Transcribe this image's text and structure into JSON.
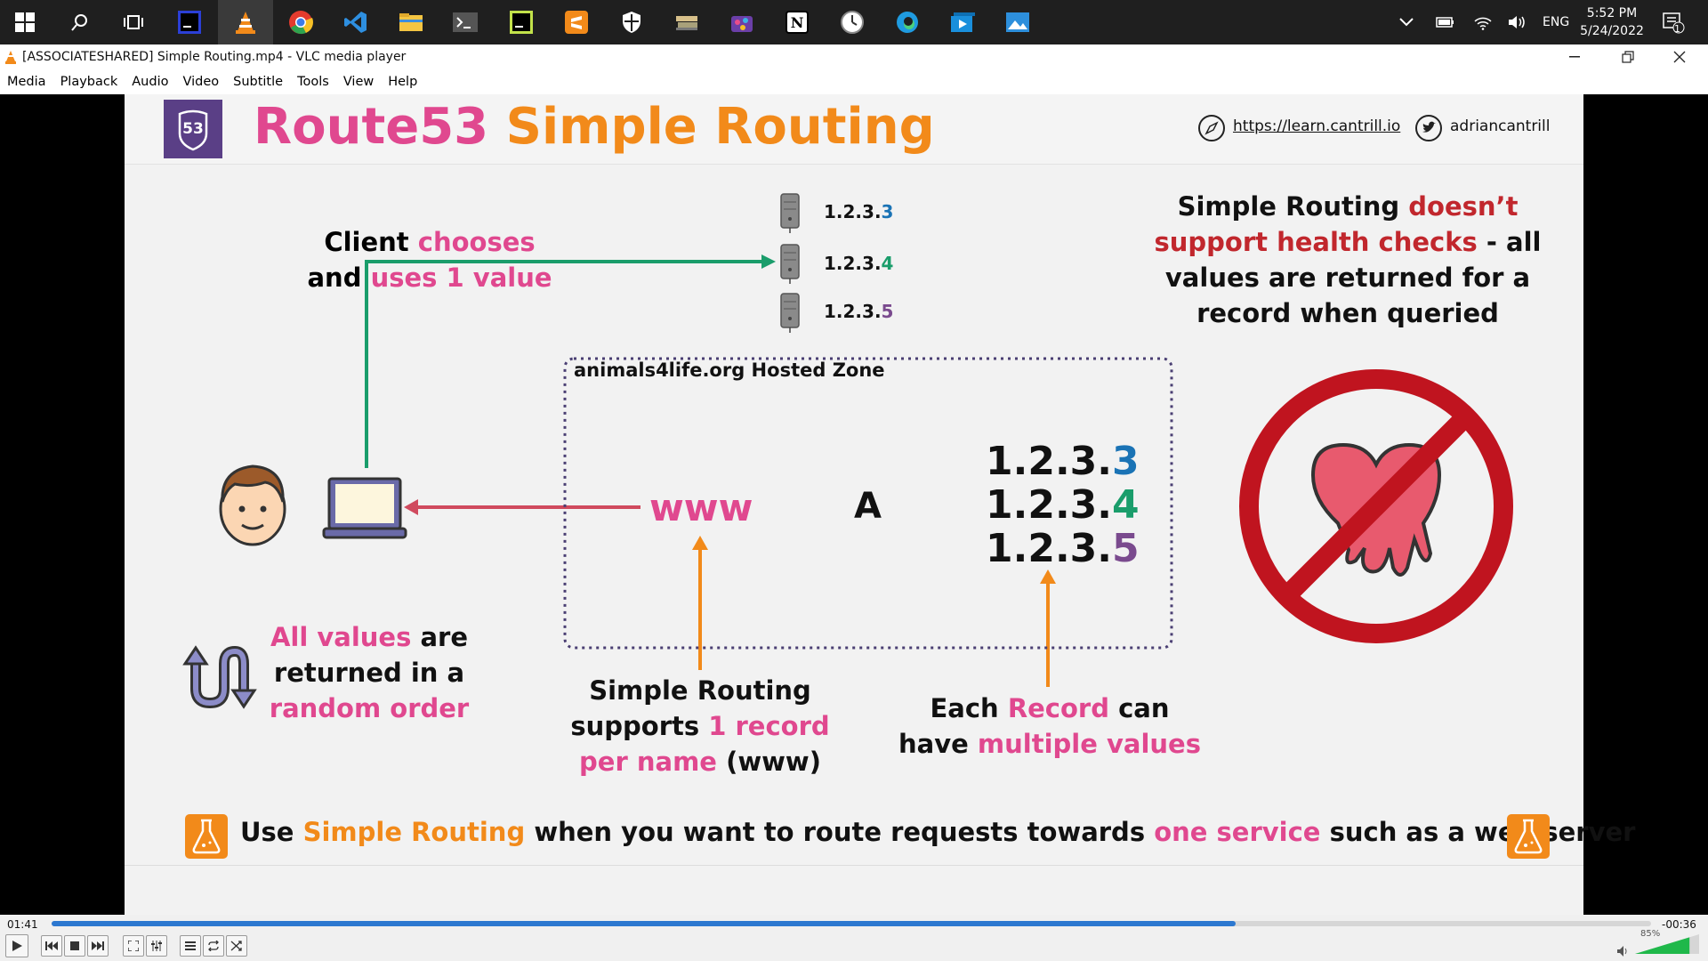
{
  "taskbar": {
    "clock_time": "5:52 PM",
    "clock_date": "5/24/2022",
    "language": "ENG",
    "notification_count": "1"
  },
  "window": {
    "title": "[ASSOCIATESHARED] Simple Routing.mp4 - VLC media player"
  },
  "menu": [
    "Media",
    "Playback",
    "Audio",
    "Video",
    "Subtitle",
    "Tools",
    "View",
    "Help"
  ],
  "slide": {
    "badge": "53",
    "title_part1": "Route53",
    "title_part2": "Simple Routing",
    "link": "https://learn.cantrill.io",
    "twitter": "adriancantrill",
    "client_line1_a": "Client",
    "client_line1_b": "chooses",
    "client_line2_a": "and",
    "client_line2_b": "uses 1 value",
    "servers": [
      {
        "prefix": "1.2.3.",
        "suffix": "3"
      },
      {
        "prefix": "1.2.3.",
        "suffix": "4"
      },
      {
        "prefix": "1.2.3.",
        "suffix": "5"
      }
    ],
    "zone_label": "animals4life.org Hosted Zone",
    "record_name": "www",
    "record_type": "A",
    "record_values": [
      {
        "prefix": "1.2.3.",
        "suffix": "3"
      },
      {
        "prefix": "1.2.3.",
        "suffix": "4"
      },
      {
        "prefix": "1.2.3.",
        "suffix": "5"
      }
    ],
    "health_l1_a": "Simple Routing",
    "health_l1_b": "doesn’t",
    "health_l2_a": "support health checks",
    "health_l2_b": "- all",
    "health_l3": "values are returned for a",
    "health_l4": "record when queried",
    "random_l1_a": "All values",
    "random_l1_b": "are",
    "random_l2": "returned in a",
    "random_l3": "random order",
    "simple_l1": "Simple Routing",
    "simple_l2_a": "supports",
    "simple_l2_b": "1 record",
    "simple_l3_a": "per name",
    "simple_l3_b": "(www)",
    "each_l1_a": "Each",
    "each_l1_b": "Record",
    "each_l1_c": "can",
    "each_l2_a": "have",
    "each_l2_b": "multiple values",
    "footer_a": "Use",
    "footer_b": "Simple Routing",
    "footer_c": "when you want to route requests towards",
    "footer_d": "one service",
    "footer_e": "such as a web server"
  },
  "player": {
    "elapsed": "01:41",
    "remaining": "-00:36",
    "progress": 0.74,
    "volume_label": "85%",
    "volume": 0.85
  },
  "colors": {
    "pink": "#e0488f",
    "orange": "#f28a1a",
    "red": "#c1272d",
    "green": "#1a9d6b",
    "badge_purple": "#5a3f86"
  }
}
